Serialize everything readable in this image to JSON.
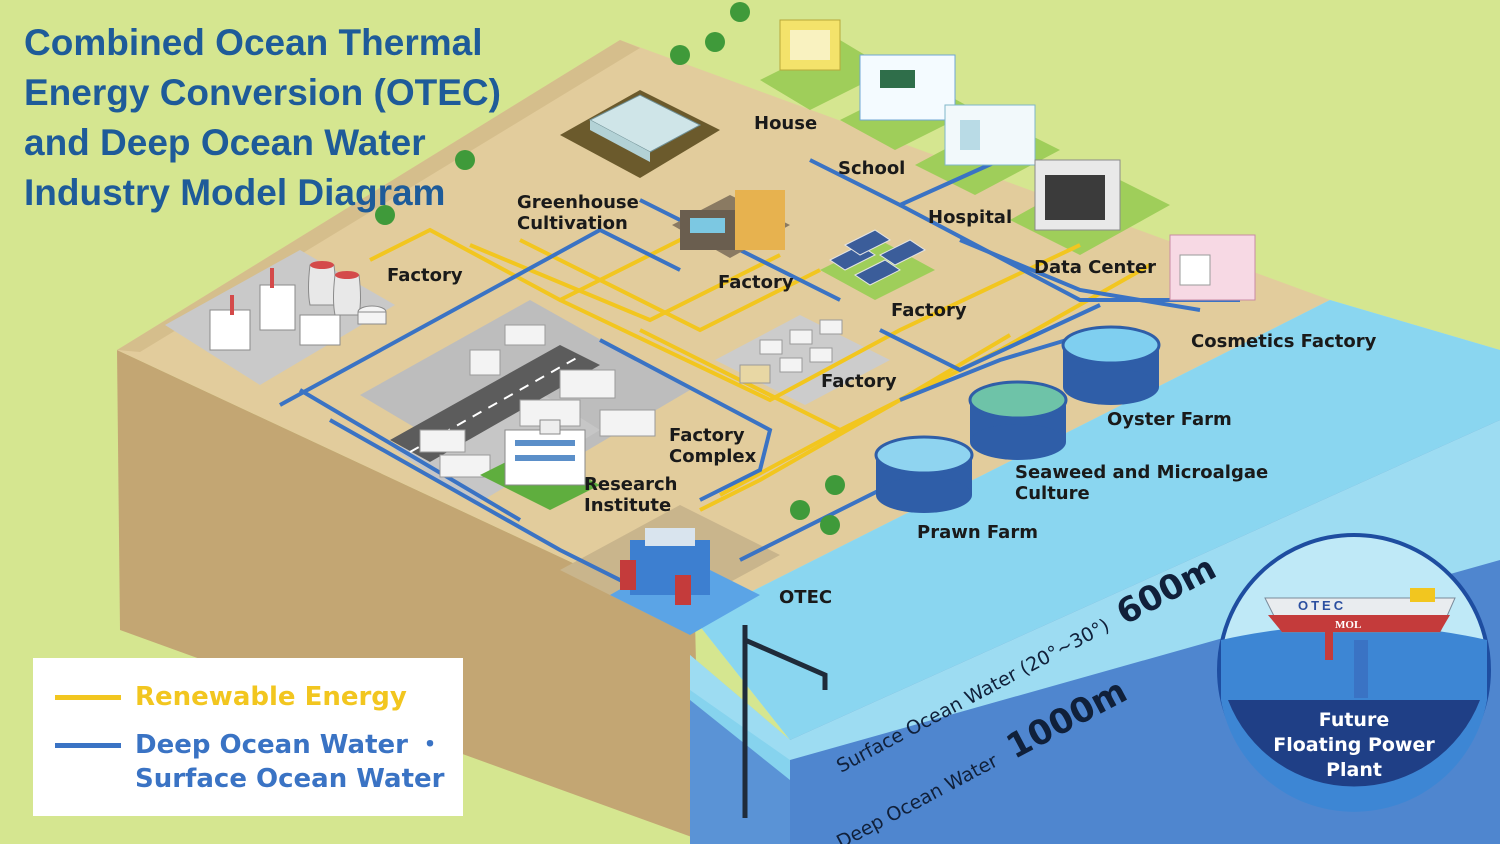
{
  "title_lines": [
    "Combined Ocean Thermal",
    "Energy Conversion (OTEC)",
    "and Deep Ocean Water",
    "Industry Model Diagram"
  ],
  "labels": {
    "house": "House",
    "school": "School",
    "hospital": "Hospital",
    "data_center": "Data Center",
    "cosmetics_factory": "Cosmetics Factory",
    "greenhouse": [
      "Greenhouse",
      "Cultivation"
    ],
    "factory_west": "Factory",
    "factory_north": "Factory",
    "factory_solar": "Factory",
    "factory_center": "Factory",
    "factory_complex": [
      "Factory",
      "Complex"
    ],
    "research_institute": [
      "Research",
      "Institute"
    ],
    "oyster_farm": "Oyster Farm",
    "seaweed": [
      "Seaweed and Microalgae",
      "Culture"
    ],
    "prawn_farm": "Prawn Farm",
    "otec": "OTEC"
  },
  "depths": {
    "surface_label": "Surface Ocean Water (20°~30°)",
    "surface_depth": "600m",
    "deep_label": "Deep Ocean Water",
    "deep_depth": "1000m"
  },
  "legend": {
    "renewable": "Renewable Energy",
    "ocean_lines": [
      "Deep Ocean Water ・",
      "Surface Ocean Water"
    ]
  },
  "future_plant": {
    "lines": [
      "Future",
      "Floating Power",
      "Plant"
    ],
    "ship_text": "OTEC",
    "ship_brand": "MOL"
  },
  "colors": {
    "background": "#d5e690",
    "land_top": "#e2cc9c",
    "land_side": "#c3a673",
    "ocean": "#8ad6f0",
    "ocean_deep": "#4f86cf",
    "renewable_line": "#f2c61f",
    "water_line": "#3a73c4",
    "title": "#1e5b99"
  }
}
